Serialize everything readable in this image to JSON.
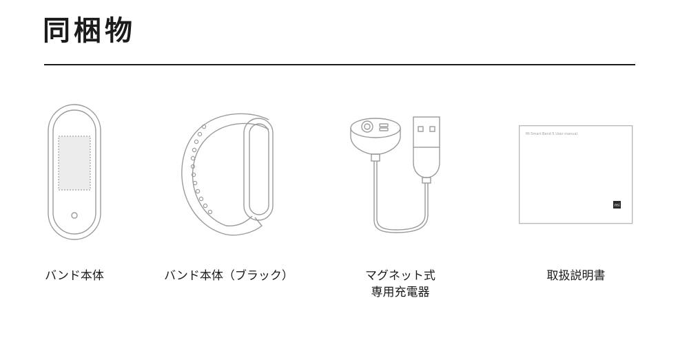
{
  "page": {
    "title": "同梱物"
  },
  "items": [
    {
      "label": "バンド本体"
    },
    {
      "label": "バンド本体（ブラック）"
    },
    {
      "label_line1": "マグネット式",
      "label_line2": "専用充電器"
    },
    {
      "label": "取扱説明書"
    }
  ],
  "manual": {
    "cover_text": "Mi Smart Band 5 User manual",
    "logo_text": "mi"
  },
  "colors": {
    "line_art": "#9a9a9a",
    "rule": "#1a1a1a",
    "text": "#1a1a1a"
  }
}
